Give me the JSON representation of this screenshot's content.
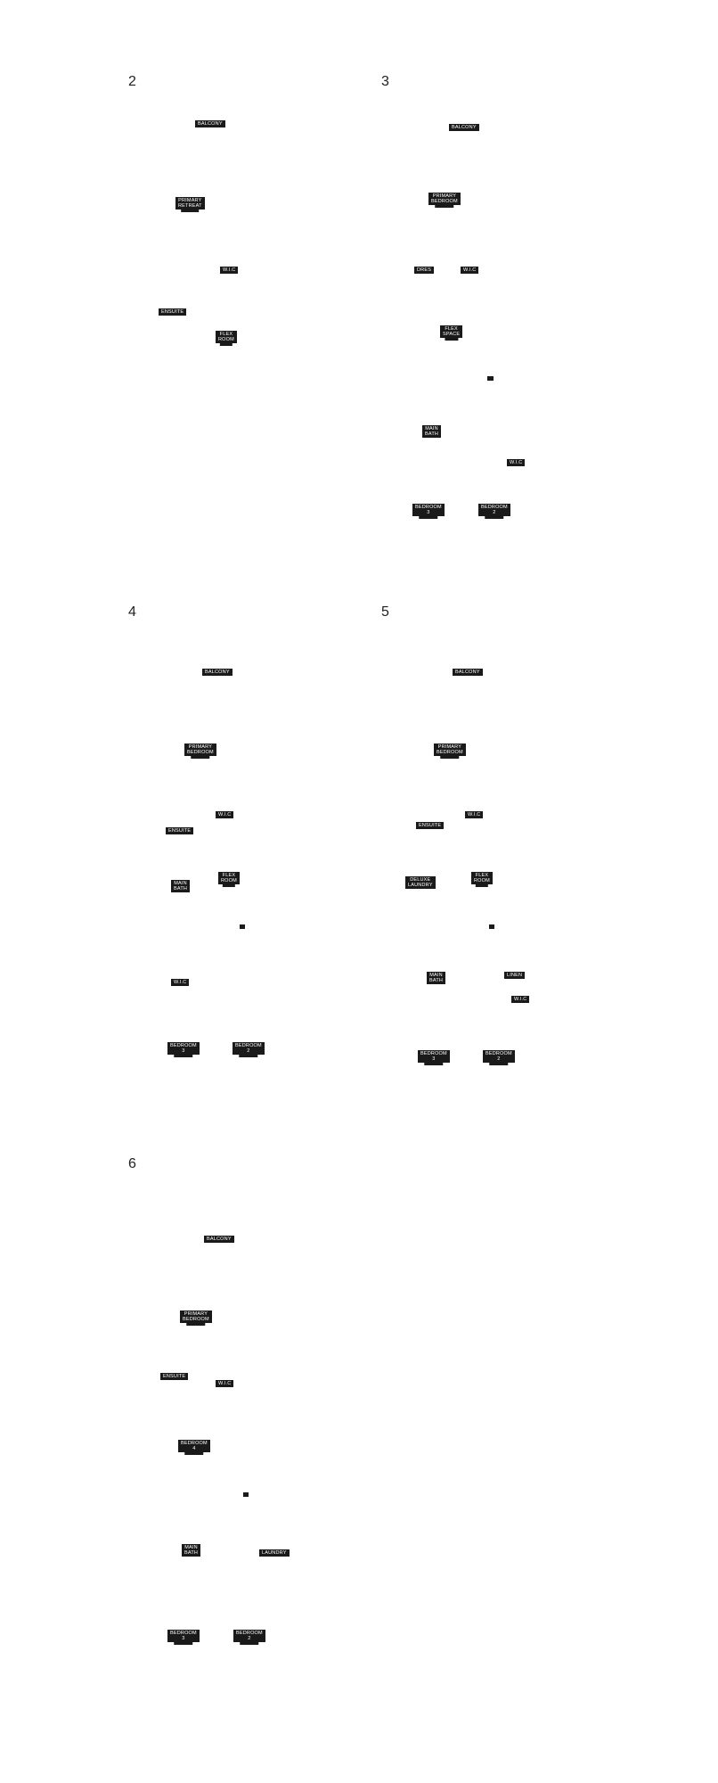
{
  "panels": {
    "p2": {
      "number": "2",
      "rooms": {
        "balcony": "BALCONY",
        "primary_retreat": [
          "PRIMARY",
          "RETREAT"
        ],
        "wic": "W.I.C",
        "ensuite": "ENSUITE",
        "flex_room": "FLEX ROOM"
      }
    },
    "p3": {
      "number": "3",
      "rooms": {
        "balcony": "BALCONY",
        "primary_bedroom": [
          "PRIMARY",
          "BEDROOM"
        ],
        "dres": "DRES",
        "wic": "W.I.C",
        "flex_space": "FLEX SPACE",
        "main_bath": [
          "MAIN",
          "BATH"
        ],
        "wic2": "W.I.C",
        "bedroom3": "BEDROOM 3",
        "bedroom2": "BEDROOM 2"
      }
    },
    "p4": {
      "number": "4",
      "rooms": {
        "balcony": "BALCONY",
        "primary_bedroom": [
          "PRIMARY",
          "BEDROOM"
        ],
        "wic": "W.I.C",
        "ensuite": "ENSUITE",
        "flex_room": "FLEX ROOM",
        "main_bath": [
          "MAIN",
          "BATH"
        ],
        "wic2": "W.I.C",
        "bedroom3": "BEDROOM 3",
        "bedroom2": "BEDROOM 2"
      }
    },
    "p5": {
      "number": "5",
      "rooms": {
        "balcony": "BALCONY",
        "primary_bedroom": [
          "PRIMARY",
          "BEDROOM"
        ],
        "wic": "W.I.C",
        "ensuite": "ENSUITE",
        "deluxe_laundry": [
          "DELUXE",
          "LAUNDRY"
        ],
        "flex_room": "FLEX ROOM",
        "main_bath": [
          "MAIN",
          "BATH"
        ],
        "linen": "LINEN",
        "wic2": "W.I.C",
        "bedroom3": "BEDROOM 3",
        "bedroom2": "BEDROOM 2"
      }
    },
    "p6": {
      "number": "6",
      "rooms": {
        "balcony": "BALCONY",
        "primary_bedroom": [
          "PRIMARY",
          "BEDROOM"
        ],
        "ensuite": "ENSUITE",
        "wic": "W.I.C",
        "bedroom4": "BEDROOM 4",
        "main_bath": [
          "MAIN",
          "BATH"
        ],
        "laundry": "LAUNDRY",
        "bedroom3": "BEDROOM 3",
        "bedroom2": "BEDROOM 2"
      }
    }
  },
  "icons": {
    "fridge": "fridge-icon"
  }
}
